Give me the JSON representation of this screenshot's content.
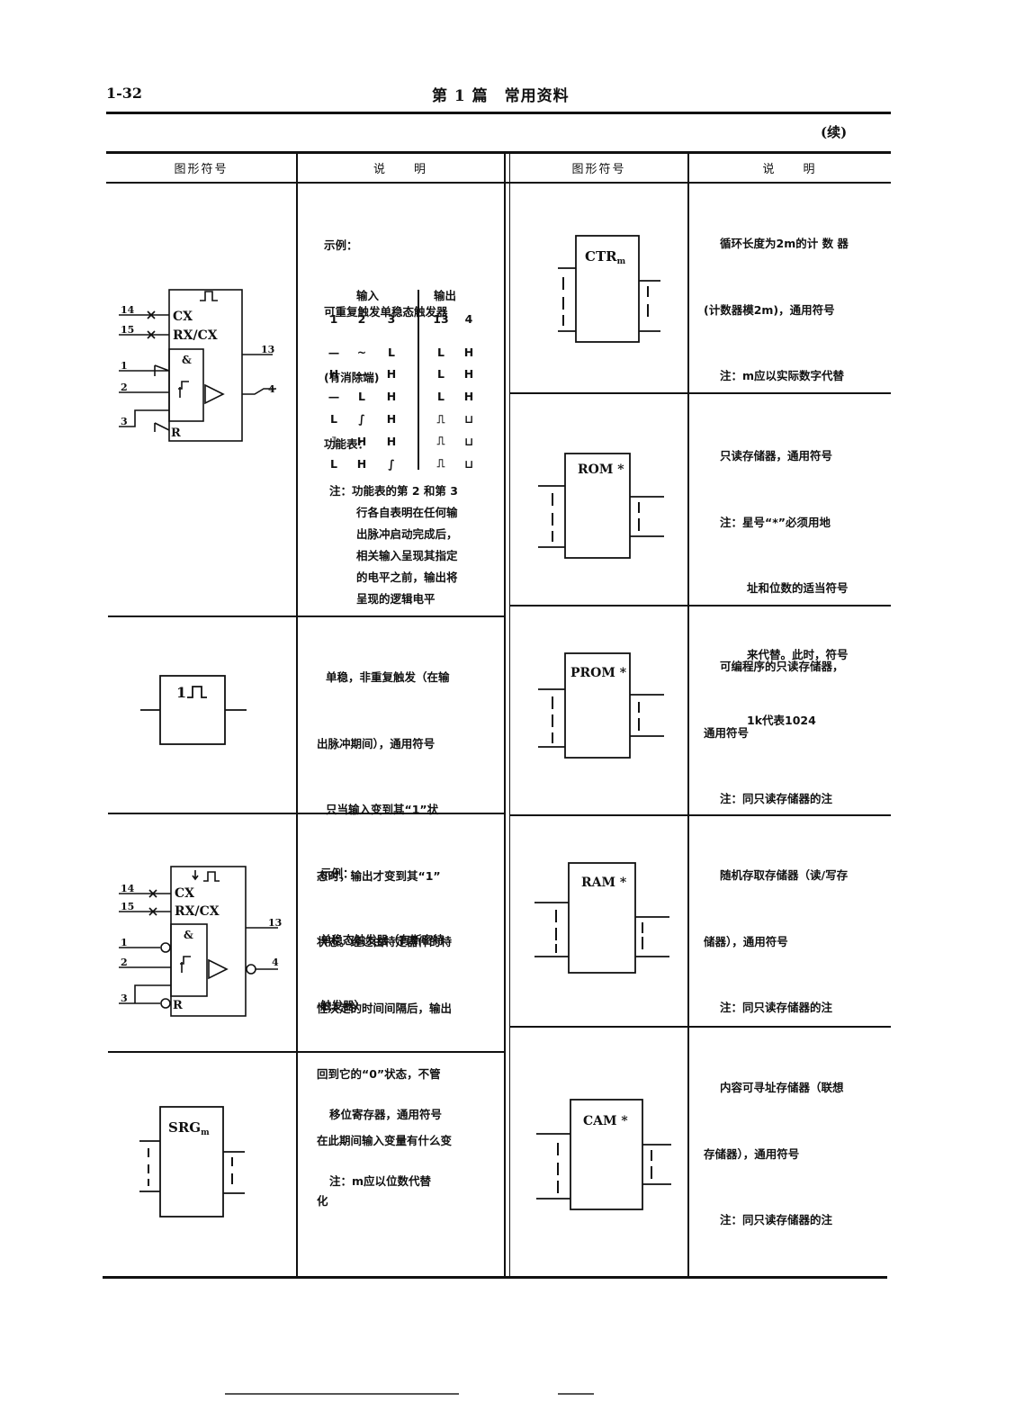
{
  "header": {
    "page_number": "1-32",
    "title": "第 1 篇　常用资料",
    "continued": "(续)"
  },
  "columns": {
    "left_symbol": "图形符号",
    "left_desc": "说　　明",
    "right_symbol": "图形符号",
    "right_desc": "说　　明"
  },
  "left_rows": [
    {
      "diagram": {
        "pins": [
          "14",
          "15",
          "1",
          "2",
          "3",
          "13",
          "4"
        ],
        "labels": [
          "CX",
          "RX/CX",
          "&",
          "R"
        ]
      },
      "desc_lines": [
        "示例：",
        "可重复触发单稳态触发器",
        "(有消除端)",
        "功能表："
      ],
      "function_table": {
        "group_headers": [
          "输入",
          "输出"
        ],
        "columns": [
          "1",
          "2",
          "3",
          "13",
          "4"
        ],
        "rows": [
          [
            "—",
            "~",
            "L",
            "L",
            "H"
          ],
          [
            "H",
            "—",
            "H",
            "L",
            "H"
          ],
          [
            "—",
            "L",
            "H",
            "L",
            "H"
          ],
          [
            "L",
            "∫",
            "H",
            "⎍",
            "⊔"
          ],
          [
            "⟧",
            "H",
            "H",
            "⎍",
            "⊔"
          ],
          [
            "L",
            "H",
            "∫",
            "⎍",
            "⊔"
          ]
        ]
      },
      "note_lines": [
        "注：功能表的第 2 和第 3",
        "行各自表明在任何输",
        "出脉冲启动完成后，",
        "相关输入呈现其指定",
        "的电平之前，输出将",
        "呈现的逻辑电平"
      ]
    },
    {
      "diagram": {
        "label": "1"
      },
      "desc_lines": [
        "单稳，非重复触发（在输",
        "出脉冲期间），通用符号",
        "只当输入变到其“1”状",
        "态时，输出才变到其“1”",
        "状态。经过由特定器件的特",
        "性决定的时间间隔后，输出",
        "回到它的“0”状态，不管",
        "在此期间输入变量有什么变",
        "化"
      ]
    },
    {
      "diagram": {
        "pins": [
          "14",
          "15",
          "1",
          "2",
          "3",
          "13",
          "4"
        ],
        "labels": [
          "CX",
          "RX/CX",
          "&",
          "R"
        ]
      },
      "desc_lines": [
        "示例：",
        "单稳态触发器（有斯密特",
        "触发器）"
      ]
    },
    {
      "diagram": {
        "label": "SRG",
        "subscript": "m"
      },
      "desc_lines": [
        "移位寄存器，通用符号",
        "注：m应以位数代替"
      ]
    }
  ],
  "right_rows": [
    {
      "diagram": {
        "label": "CTR",
        "subscript": "m"
      },
      "desc_lines": [
        "循环长度为2m的计 数 器",
        "(计数器模2m)，通用符号",
        "注：m应以实际数字代替"
      ]
    },
    {
      "diagram": {
        "label": "ROM *"
      },
      "desc_lines": [
        "只读存储器，通用符号",
        "注：星号“*”必须用地",
        "址和位数的适当符号",
        "来代替。此时，符号",
        "1k代表1024"
      ]
    },
    {
      "diagram": {
        "label": "PROM *"
      },
      "desc_lines": [
        "可编程序的只读存储器，",
        "通用符号",
        "注：同只读存储器的注"
      ]
    },
    {
      "diagram": {
        "label": "RAM *"
      },
      "desc_lines": [
        "随机存取存储器（读/写存",
        "储器），通用符号",
        "注：同只读存储器的注"
      ]
    },
    {
      "diagram": {
        "label": "CAM *"
      },
      "desc_lines": [
        "内容可寻址存储器（联想",
        "存储器），通用符号",
        "注：同只读存储器的注"
      ]
    }
  ]
}
